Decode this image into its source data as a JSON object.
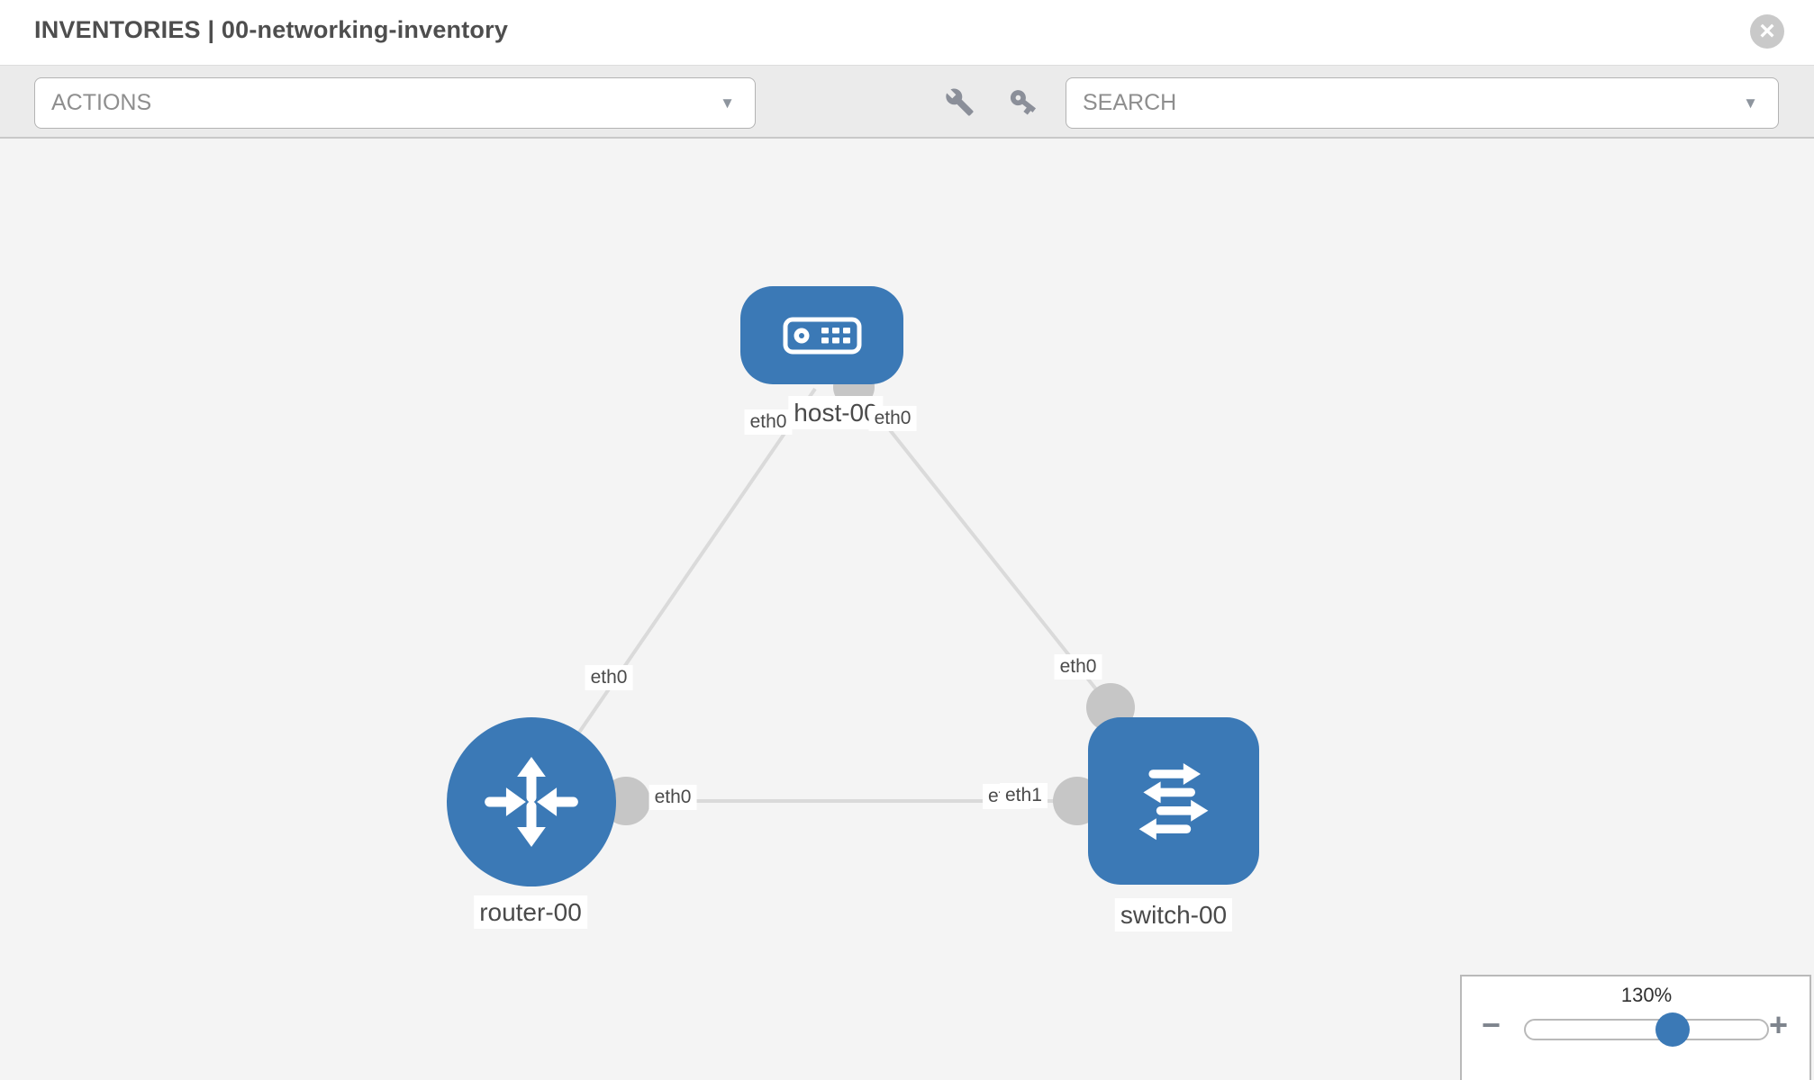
{
  "header": {
    "title": "INVENTORIES | 00-networking-inventory"
  },
  "toolbar": {
    "actions_placeholder": "ACTIONS",
    "search_placeholder": "SEARCH"
  },
  "glyphs": {
    "close": "×",
    "caret": "▼",
    "minus": "−",
    "plus": "+"
  },
  "topology": {
    "nodes": [
      {
        "label": "host-00",
        "type": "host"
      },
      {
        "label": "router-00",
        "type": "router"
      },
      {
        "label": "switch-00",
        "type": "switch"
      }
    ],
    "links": [
      {
        "from": "router-00",
        "to": "host-00",
        "from_interface": "eth0",
        "to_interface": "eth0"
      },
      {
        "from": "host-00",
        "to": "switch-00",
        "from_interface": "eth0",
        "to_interface": "eth0"
      },
      {
        "from": "router-00",
        "to": "switch-00",
        "from_interface": "eth0",
        "to_interface": "eth1"
      }
    ],
    "edge_labels": {
      "host_left": "eth0",
      "host_right": "eth0",
      "router_top": "eth0",
      "switch_top": "eth0",
      "router_right": "eth0",
      "switch_left_back": "eth0",
      "switch_left_front": "eth1"
    }
  },
  "zoom_control": {
    "level": "130%"
  },
  "colors": {
    "node_blue": "#3b79b6",
    "link_gray": "#dadada",
    "endpoint_gray": "#c6c6c6",
    "toolbar_bg": "#ebebeb",
    "canvas_bg": "#f4f4f4"
  }
}
